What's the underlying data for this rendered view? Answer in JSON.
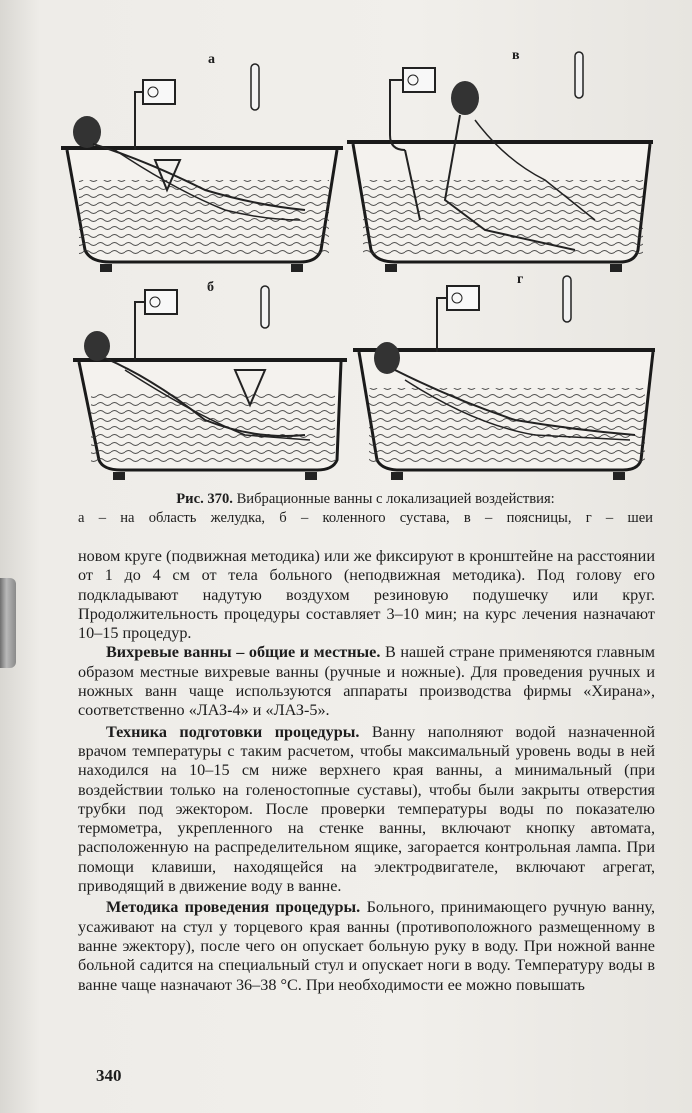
{
  "figure": {
    "panel_labels": [
      "а",
      "в",
      "б",
      "г"
    ],
    "caption_label": "Рис. 370.",
    "caption_title": "Вибрационные ванны с локализацией воздействия:",
    "caption_parts": "а – на область желудка, б – коленного сустава, в – поясницы, г – шеи"
  },
  "text": {
    "p1": "новом круге (подвижная методика) или же фиксируют в кронштейне на расстоянии от 1 до 4 см от тела больного (неподвижная методика). Под голову его подкладывают надутую воздухом резиновую подушечку или круг. Продолжительность процедуры составляет 3–10 мин; на курс лечения назначают 10–15 процедур.",
    "p2_head": "Вихревые ванны – общие и местные.",
    "p2_body": " В нашей стране применяются главным образом местные вихревые ванны (ручные и ножные). Для проведения ручных и ножных ванн чаще используются аппараты производства фирмы «Хирана», соответственно «ЛАЗ-4» и «ЛАЗ-5».",
    "p3_head": "Техника подготовки процедуры.",
    "p3_body": " Ванну наполняют водой назначенной врачом температуры с таким расчетом, чтобы максимальный уровень воды в ней находился на 10–15 см ниже верхнего края ванны, а минимальный (при воздействии только на голеностопные суставы), чтобы были закрыты отверстия трубки под эжектором. После проверки температуры воды по показателю термометра, укрепленного на стенке ванны, включают кнопку автомата, расположенную на распределительном ящике, загорается контрольная лампа. При помощи клавиши, находящейся на электродвигателе, включают агрегат, приводящий в движение воду в ванне.",
    "p4_head": "Методика проведения процедуры.",
    "p4_body": " Больного, принимающего ручную ванну, усаживают на стул у торцевого края ванны (противоположного размещенному в ванне эжектору), после чего он опускает больную руку в воду. При ножной ванне больной садится на специальный стул и опускает ноги в воду. Температуру воды в ванне чаще назначают 36–38 °С. При необходимости ее можно повышать"
  },
  "page_number": "340"
}
